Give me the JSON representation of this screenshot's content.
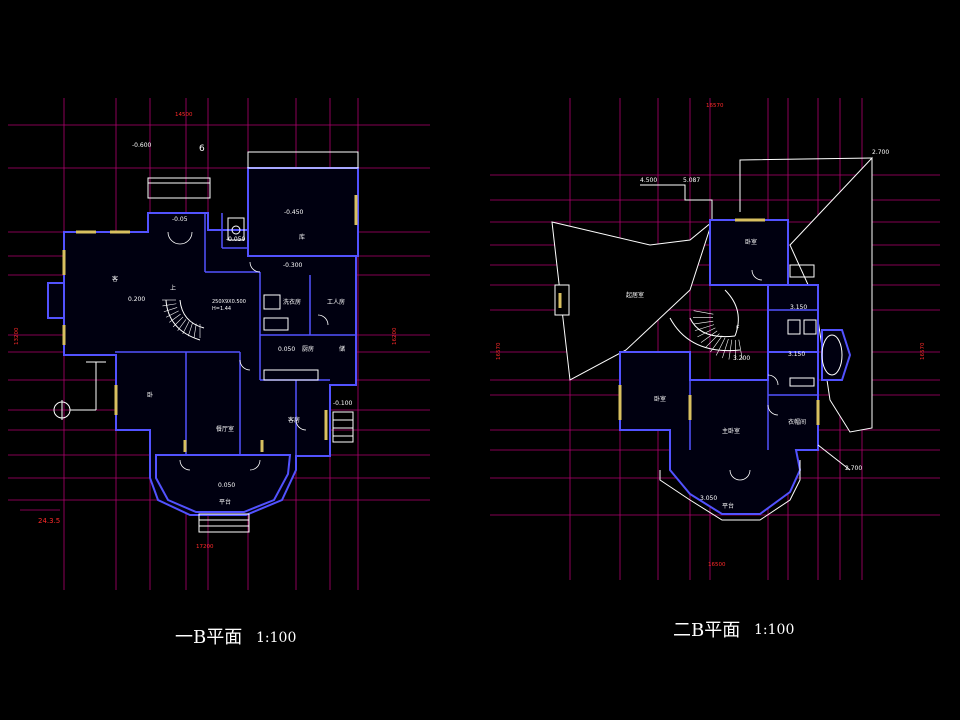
{
  "colors": {
    "background": "#000000",
    "grid": "#b0006e",
    "wall": "#5252ff",
    "wall_fill": "#000010",
    "detail": "#ffffff",
    "window": "#d8c060",
    "dim_red": "#ff2a2a"
  },
  "plan1": {
    "title": "一B平面",
    "scale": "1:100",
    "dim_top": "14500",
    "dim_bottom": "17200",
    "dim_left": "13200",
    "dim_right": "16200",
    "level_side": "24.3.5",
    "labels": {
      "balcony_level": "-0.600",
      "axis_mark": "6",
      "level_entry": "-0.05",
      "level_wc": "-0.050",
      "level_garage": "-0.450",
      "garage": "库",
      "level_step": "-0.300",
      "living": "客",
      "level_living": "0.200",
      "stair_note": "250X9X0.500\nH=1.44",
      "laundry": "洗衣房",
      "utility": "工人房",
      "bedroom_w": "卧",
      "level_kitchen": "0.050",
      "kitchen": "厨房",
      "store": "储",
      "dining": "餐厅室",
      "level_right": "-0.100",
      "guest": "客房",
      "level_terrace": "0.050",
      "terrace": "平台",
      "up_mark": "上"
    }
  },
  "plan2": {
    "title": "二B平面",
    "scale": "1:100",
    "dim_top": "16570",
    "dim_bottom": "16500",
    "dim_left": "16570",
    "dim_right": "16570",
    "labels": {
      "roof_level_a": "4.500",
      "roof_level_b": "5.087",
      "ridge_level": "2.700",
      "br_ne": "卧室",
      "hall": "起居室",
      "bath_level": "3.150",
      "landing": "3.200",
      "bath2_level": "3.150",
      "br_sw": "卧室",
      "master": "主卧室",
      "dress": "衣帽间",
      "terrace_level": "3.050",
      "terrace": "平台",
      "eave_level": "2.700",
      "down_mark": "F"
    }
  }
}
